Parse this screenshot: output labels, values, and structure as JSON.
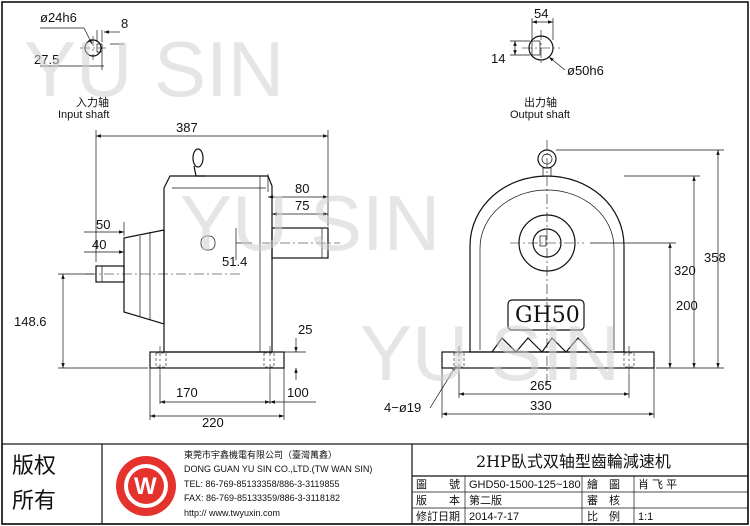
{
  "watermark": {
    "text": "YU SIN"
  },
  "input_shaft": {
    "dia": "ø24h6",
    "key": "8",
    "height": "27.5",
    "label_cn": "入力轴",
    "label_en": "Input shaft"
  },
  "output_shaft": {
    "dia": "ø50h6",
    "width": "54",
    "key": "14",
    "label_cn": "出力轴",
    "label_en": "Output shaft"
  },
  "side_view": {
    "total_length": "387",
    "d80": "80",
    "d75": "75",
    "d50": "50",
    "d40": "40",
    "d51_4": "51.4",
    "d148_6": "148.6",
    "d25": "25",
    "d170": "170",
    "d100": "100",
    "d220": "220"
  },
  "front_view": {
    "badge": "GH50",
    "h358": "358",
    "h320": "320",
    "h200": "200",
    "w265": "265",
    "w330": "330",
    "holes": "4−ø19"
  },
  "title_block": {
    "rights_1": "版权",
    "rights_2": "所有",
    "logo_letter": "W",
    "company_cn": "東莞市宇鑫機電有限公司（臺灣萬鑫）",
    "company_en": "DONG GUAN YU SIN CO.,LTD.(TW WAN SIN)",
    "tel": "TEL: 86-769-85133358/886-3-3119855",
    "fax": "FAX: 86-769-85133359/886-3-3118182",
    "web": "http:// www.twyuxin.com",
    "title": "2HP臥式双轴型齒輪減速机",
    "rows": [
      {
        "k1": "圖　　號",
        "v1": "GHD50-1500-125~180",
        "k2": "繪　圖",
        "v2": "肖 飞 平"
      },
      {
        "k1": "版　　本",
        "v1": "第二版",
        "k2": "審　核",
        "v2": ""
      },
      {
        "k1": "修訂日期",
        "v1": "2014-7-17",
        "k2": "比　例",
        "v2": "1:1"
      }
    ]
  }
}
